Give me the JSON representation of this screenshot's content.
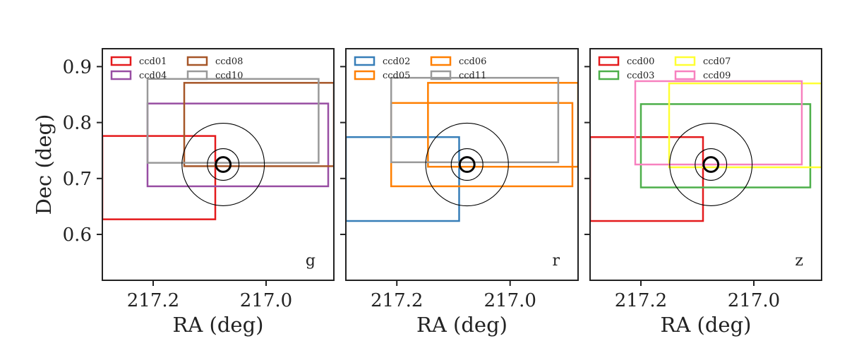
{
  "chart_data": [
    {
      "type": "rectangles",
      "band": "g",
      "xlabel": "RA (deg)",
      "ylabel": "Dec (deg)",
      "xlim": [
        217.29,
        216.88
      ],
      "ylim": [
        0.518,
        0.932
      ],
      "xticks": [
        217.2,
        217.0
      ],
      "xtick_labels": [
        "217.2",
        "217.0"
      ],
      "yticks": [
        0.6,
        0.7,
        0.8,
        0.9
      ],
      "ytick_labels": [
        "0.6",
        "0.7",
        "0.8",
        "0.9"
      ],
      "center": [
        217.076,
        0.725
      ],
      "circle_radii": [
        0.073,
        0.028,
        0.013
      ],
      "legend": {
        "position": "top-left",
        "columns": 2,
        "order": [
          "ccd01",
          "ccd04",
          "ccd08",
          "ccd10"
        ]
      },
      "series": [
        {
          "name": "ccd01",
          "color": "#e41a1c",
          "ra": [
            217.29,
            217.09
          ],
          "dec": [
            0.627,
            0.776
          ]
        },
        {
          "name": "ccd04",
          "color": "#984ea3",
          "ra": [
            217.21,
            216.89
          ],
          "dec": [
            0.686,
            0.834
          ]
        },
        {
          "name": "ccd08",
          "color": "#a65628",
          "ra": [
            217.145,
            216.88
          ],
          "dec": [
            0.722,
            0.871
          ]
        },
        {
          "name": "ccd10",
          "color": "#999999",
          "ra": [
            217.21,
            216.907
          ],
          "dec": [
            0.728,
            0.878
          ]
        }
      ]
    },
    {
      "type": "rectangles",
      "band": "r",
      "xlabel": "RA (deg)",
      "ylabel": "",
      "xlim": [
        217.29,
        216.88
      ],
      "ylim": [
        0.518,
        0.932
      ],
      "xticks": [
        217.2,
        217.0
      ],
      "xtick_labels": [
        "217.2",
        "217.0"
      ],
      "yticks": [
        0.6,
        0.7,
        0.8,
        0.9
      ],
      "ytick_labels": [],
      "center": [
        217.076,
        0.725
      ],
      "circle_radii": [
        0.073,
        0.028,
        0.013
      ],
      "legend": {
        "position": "top-left",
        "columns": 2,
        "order": [
          "ccd02",
          "ccd05",
          "ccd06",
          "ccd11"
        ]
      },
      "series": [
        {
          "name": "ccd02",
          "color": "#377eb8",
          "ra": [
            217.29,
            217.09
          ],
          "dec": [
            0.624,
            0.774
          ]
        },
        {
          "name": "ccd05",
          "color": "#ff7f00",
          "ra": [
            217.21,
            216.89
          ],
          "dec": [
            0.686,
            0.835
          ]
        },
        {
          "name": "ccd06",
          "color": "#ff7f00",
          "ra": [
            217.145,
            216.88
          ],
          "dec": [
            0.721,
            0.871
          ]
        },
        {
          "name": "ccd11",
          "color": "#999999",
          "ra": [
            217.21,
            216.915
          ],
          "dec": [
            0.729,
            0.88
          ]
        }
      ]
    },
    {
      "type": "rectangles",
      "band": "z",
      "xlabel": "RA (deg)",
      "ylabel": "",
      "xlim": [
        217.29,
        216.88
      ],
      "ylim": [
        0.518,
        0.932
      ],
      "xticks": [
        217.2,
        217.0
      ],
      "xtick_labels": [
        "217.2",
        "217.0"
      ],
      "yticks": [
        0.6,
        0.7,
        0.8,
        0.9
      ],
      "ytick_labels": [],
      "center": [
        217.076,
        0.725
      ],
      "circle_radii": [
        0.073,
        0.028,
        0.013
      ],
      "legend": {
        "position": "top-left",
        "columns": 2,
        "order": [
          "ccd00",
          "ccd03",
          "ccd07",
          "ccd09"
        ]
      },
      "series": [
        {
          "name": "ccd00",
          "color": "#e41a1c",
          "ra": [
            217.29,
            217.09
          ],
          "dec": [
            0.624,
            0.774
          ]
        },
        {
          "name": "ccd03",
          "color": "#4daf4a",
          "ra": [
            217.2,
            216.9
          ],
          "dec": [
            0.684,
            0.833
          ]
        },
        {
          "name": "ccd07",
          "color": "#ffff33",
          "ra": [
            217.15,
            216.88
          ],
          "dec": [
            0.72,
            0.87
          ]
        },
        {
          "name": "ccd09",
          "color": "#f781bf",
          "ra": [
            217.21,
            216.915
          ],
          "dec": [
            0.725,
            0.874
          ]
        }
      ]
    }
  ]
}
